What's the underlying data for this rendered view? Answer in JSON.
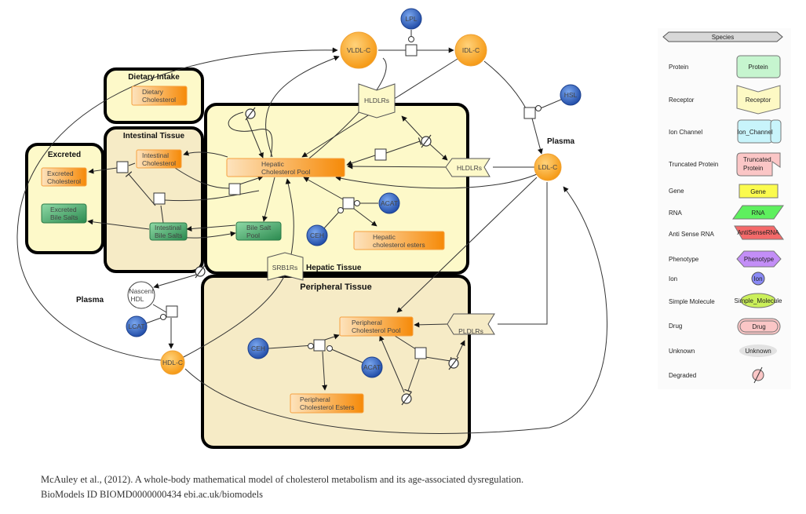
{
  "compartments": {
    "dietary": "Dietary Intake",
    "intestinal": "Intestinal Tissue",
    "excreted": "Excreted",
    "hepatic": "Hepatic Tissue",
    "peripheral": "Peripheral Tissue",
    "plasma_top": "Plasma",
    "plasma_left": "Plasma"
  },
  "species": {
    "dietary_chol": [
      "Dietary",
      "Cholesterol"
    ],
    "intestinal_chol": [
      "Intestinal",
      "Cholesterol"
    ],
    "excreted_chol": [
      "Excreted",
      "Cholesterol"
    ],
    "excreted_bile": [
      "Excreted",
      "Bile Salts"
    ],
    "intestinal_bile": [
      "Intestinal",
      "Bile Salts"
    ],
    "bile_pool": [
      "Bile Salt",
      "Pool"
    ],
    "hepatic_pool": [
      "Hepatic",
      "Cholesterol Pool"
    ],
    "hepatic_esters": [
      "Hepatic",
      "cholesterol esters"
    ],
    "peripheral_pool": [
      "Peripheral",
      "Cholesterol Pool"
    ],
    "peripheral_esters": [
      "Peripheral",
      "Cholesterol Esters"
    ],
    "vldl": "VLDL-C",
    "idl": "IDL-C",
    "ldl": "LDL-C",
    "hdl": "HDL-C",
    "nascent_hdl": [
      "Nascent",
      "HDL"
    ],
    "lpl": "LPL",
    "hsl": "HSL",
    "acat_h": "ACAT",
    "ceh_h": "CEH",
    "acat_p": "ACAT",
    "ceh_p": "CEH",
    "lcat": "LCAT",
    "hldlr_top": "HLDLRs",
    "hldlr_right": "HLDLRs",
    "srb1r": "SRB1Rs",
    "pldlr": "PLDLRs"
  },
  "legend": {
    "title": "Species",
    "items": [
      {
        "label": "Protein",
        "glyph": "Protein"
      },
      {
        "label": "Receptor",
        "glyph": "Receptor"
      },
      {
        "label": "Ion Channel",
        "glyph": "Ion_Channel"
      },
      {
        "label": "Truncated Protein",
        "glyph": [
          "Truncated",
          "Protein"
        ]
      },
      {
        "label": "Gene",
        "glyph": "Gene"
      },
      {
        "label": "RNA",
        "glyph": "RNA"
      },
      {
        "label": "Anti Sense RNA",
        "glyph": "AntiSenseRNA"
      },
      {
        "label": "Phenotype",
        "glyph": "Phenotype"
      },
      {
        "label": "Ion",
        "glyph": "Ion"
      },
      {
        "label": "Simple Molecule",
        "glyph": "Simple_Molecule"
      },
      {
        "label": "Drug",
        "glyph": "Drug"
      },
      {
        "label": "Unknown",
        "glyph": "Unknown"
      },
      {
        "label": "Degraded",
        "glyph": ""
      }
    ]
  },
  "caption": {
    "line1": "McAuley et al., (2012). A whole-body mathematical model of cholesterol metabolism and its age-associated dysregulation.",
    "line2": "BioModels ID BIOMD0000000434 ebi.ac.uk/biomodels"
  },
  "colors": {
    "compartment_yellow": "#fdf9c9",
    "compartment_tan": "#f6ebc6",
    "species_orange": "#f68c0a",
    "species_green": "#2e9d5a",
    "enzyme_blue": "#2d5bb8",
    "lipoprotein_orange": "#f9a21f"
  }
}
